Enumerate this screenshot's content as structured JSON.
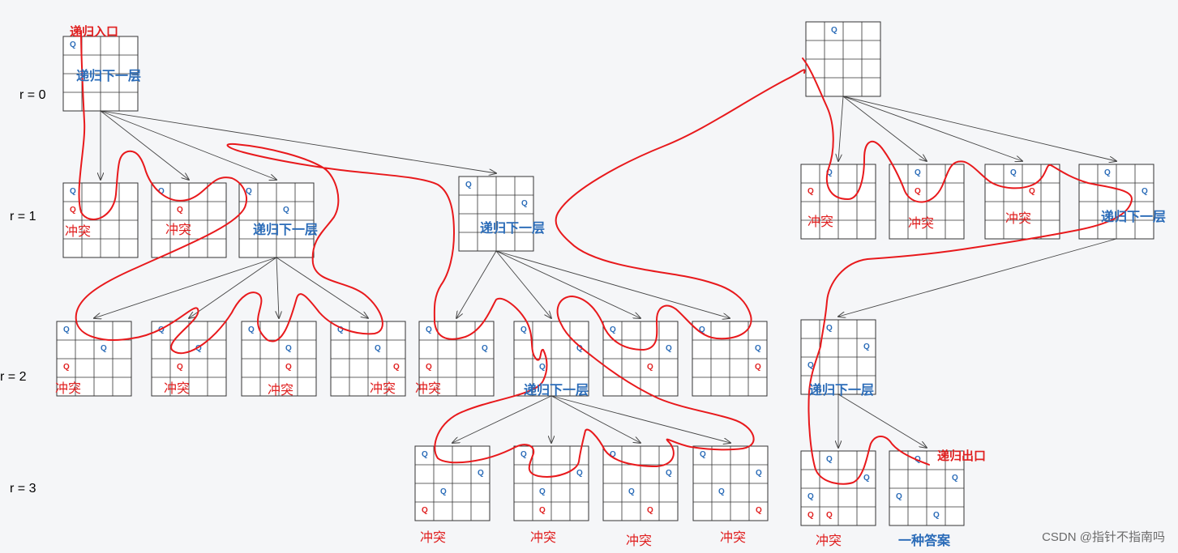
{
  "levels": [
    "r = 0",
    "r = 1",
    "r = 2",
    "r = 3"
  ],
  "labels": {
    "entry": "递归入口",
    "exit": "递归出口",
    "recurse": "递归下一层",
    "conflict": "冲突",
    "answer": "一种答案"
  },
  "queen": "Q",
  "watermark": "CSDN @指针不指南吗",
  "colors": {
    "grid": "#333333",
    "queen_ok": "#2b6cb8",
    "queen_conflict": "#e02020",
    "arrow": "#444444",
    "path": "#e8191c"
  },
  "boards": [
    {
      "id": "b0",
      "cells": [
        [
          0,
          0,
          0
        ]
      ]
    },
    {
      "id": "b1a",
      "cells": [
        [
          0,
          0,
          0
        ],
        [
          1,
          0,
          1
        ]
      ]
    },
    {
      "id": "b1b",
      "cells": [
        [
          0,
          0,
          0
        ],
        [
          1,
          1,
          1
        ]
      ]
    },
    {
      "id": "b1c",
      "cells": [
        [
          0,
          0,
          0
        ],
        [
          1,
          2,
          0
        ]
      ]
    },
    {
      "id": "b1d",
      "cells": [
        [
          0,
          0,
          0
        ],
        [
          1,
          3,
          0
        ]
      ]
    },
    {
      "id": "b2a",
      "cells": [
        [
          0,
          0,
          0
        ],
        [
          1,
          2,
          0
        ],
        [
          2,
          0,
          1
        ]
      ]
    },
    {
      "id": "b2b",
      "cells": [
        [
          0,
          0,
          0
        ],
        [
          1,
          2,
          0
        ],
        [
          2,
          1,
          1
        ]
      ]
    },
    {
      "id": "b2c",
      "cells": [
        [
          0,
          0,
          0
        ],
        [
          1,
          2,
          0
        ],
        [
          2,
          2,
          1
        ]
      ]
    },
    {
      "id": "b2d",
      "cells": [
        [
          0,
          0,
          0
        ],
        [
          1,
          2,
          0
        ],
        [
          2,
          3,
          1
        ]
      ]
    },
    {
      "id": "b2e",
      "cells": [
        [
          0,
          0,
          0
        ],
        [
          1,
          3,
          0
        ],
        [
          2,
          0,
          1
        ]
      ]
    },
    {
      "id": "b2f",
      "cells": [
        [
          0,
          0,
          0
        ],
        [
          1,
          3,
          0
        ],
        [
          2,
          1,
          0
        ]
      ]
    },
    {
      "id": "b2g",
      "cells": [
        [
          0,
          0,
          0
        ],
        [
          1,
          3,
          0
        ],
        [
          2,
          2,
          1
        ]
      ]
    },
    {
      "id": "b2h",
      "cells": [
        [
          0,
          0,
          0
        ],
        [
          1,
          3,
          0
        ],
        [
          2,
          3,
          1
        ]
      ]
    },
    {
      "id": "b3a",
      "cells": [
        [
          0,
          0,
          0
        ],
        [
          1,
          3,
          0
        ],
        [
          2,
          1,
          0
        ],
        [
          3,
          0,
          1
        ]
      ]
    },
    {
      "id": "b3b",
      "cells": [
        [
          0,
          0,
          0
        ],
        [
          1,
          3,
          0
        ],
        [
          2,
          1,
          0
        ],
        [
          3,
          1,
          1
        ]
      ]
    },
    {
      "id": "b3c",
      "cells": [
        [
          0,
          0,
          0
        ],
        [
          1,
          3,
          0
        ],
        [
          2,
          1,
          0
        ],
        [
          3,
          2,
          1
        ]
      ]
    },
    {
      "id": "b3d",
      "cells": [
        [
          0,
          0,
          0
        ],
        [
          1,
          3,
          0
        ],
        [
          2,
          1,
          0
        ],
        [
          3,
          3,
          1
        ]
      ]
    },
    {
      "id": "c0",
      "cells": [
        [
          0,
          1,
          0
        ]
      ]
    },
    {
      "id": "c1a",
      "cells": [
        [
          0,
          1,
          0
        ],
        [
          1,
          0,
          1
        ]
      ]
    },
    {
      "id": "c1b",
      "cells": [
        [
          0,
          1,
          0
        ],
        [
          1,
          1,
          1
        ]
      ]
    },
    {
      "id": "c1c",
      "cells": [
        [
          0,
          1,
          0
        ],
        [
          1,
          2,
          1
        ]
      ]
    },
    {
      "id": "c1d",
      "cells": [
        [
          0,
          1,
          0
        ],
        [
          1,
          3,
          0
        ]
      ]
    },
    {
      "id": "c2",
      "cells": [
        [
          0,
          1,
          0
        ],
        [
          1,
          3,
          0
        ],
        [
          2,
          0,
          0
        ]
      ]
    },
    {
      "id": "c3a",
      "cells": [
        [
          0,
          1,
          0
        ],
        [
          1,
          3,
          0
        ],
        [
          2,
          0,
          0
        ],
        [
          3,
          0,
          1
        ],
        [
          3,
          1,
          1
        ]
      ]
    },
    {
      "id": "c3b",
      "cells": [
        [
          0,
          1,
          0
        ],
        [
          1,
          3,
          0
        ],
        [
          2,
          0,
          0
        ],
        [
          3,
          2,
          0
        ]
      ]
    }
  ]
}
